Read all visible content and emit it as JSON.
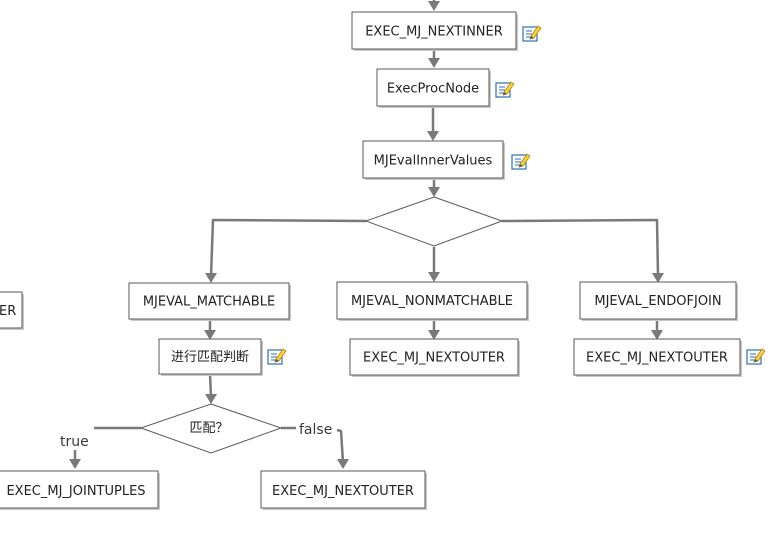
{
  "nodes": {
    "exec_mj_nextinner": "EXEC_MJ_NEXTINNER",
    "execprocnode": "ExecProcNode",
    "mjevalinnervalues": "MJEvalInnerValues",
    "left_cut": "ER",
    "mjeval_matchable": "MJEVAL_MATCHABLE",
    "mjeval_nonmatchable": "MJEVAL_NONMATCHABLE",
    "mjeval_endofjoin": "MJEVAL_ENDOFJOIN",
    "exec_mj_nextouter_mid": "EXEC_MJ_NEXTOUTER",
    "exec_mj_nextouter_right": "EXEC_MJ_NEXTOUTER",
    "match_check": "进行匹配判断",
    "match_decision": "匹配？",
    "exec_mj_jointuples": "EXEC_MJ_JOINTUPLES",
    "exec_mj_nextouter_bottom": "EXEC_MJ_NEXTOUTER"
  },
  "edge_labels": {
    "true_label": "true",
    "false_label": "false"
  },
  "icons": {
    "note": "edit-note-icon"
  },
  "colors": {
    "edge": "#7a7a7a",
    "border": "#5a5a5a",
    "note_yellow": "#f4d03f",
    "note_blue": "#2e6fb7"
  }
}
